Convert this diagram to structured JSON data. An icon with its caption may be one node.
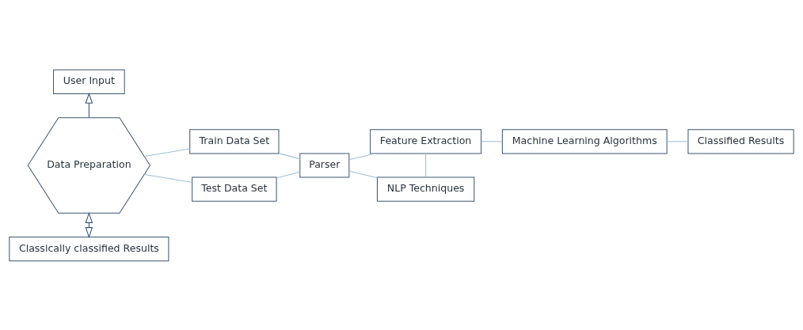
{
  "diagram": {
    "nodes": [
      {
        "text": [
          "User Input"
        ]
      },
      {
        "text": [
          "Data Preparation"
        ]
      },
      {
        "text": [
          "Classically classified Results"
        ]
      },
      {
        "text": [
          "Train Data Set"
        ]
      },
      {
        "text": [
          "Test Data Set"
        ]
      },
      {
        "text": [
          "Parser"
        ]
      },
      {
        "text": [
          "Feature Extraction"
        ]
      },
      {
        "text": [
          "Machine Learning Algorithms"
        ]
      },
      {
        "text": [
          "Classified Results"
        ]
      },
      {
        "text": [
          "NLP Techniques"
        ]
      }
    ],
    "edges": [
      {
        "from": 1,
        "to": 0,
        "arrow": "to",
        "color": "#3a5572"
      },
      {
        "from": 1,
        "to": 2,
        "arrow": "both",
        "color": "#3a5572"
      },
      {
        "from": 1,
        "to": 3,
        "arrow": "none"
      },
      {
        "from": 1,
        "to": 4,
        "arrow": "none"
      },
      {
        "from": 3,
        "to": 5,
        "arrow": "none"
      },
      {
        "from": 4,
        "to": 5,
        "arrow": "none"
      },
      {
        "from": 5,
        "to": 6,
        "arrow": "none"
      },
      {
        "from": 6,
        "to": 7,
        "arrow": "none"
      },
      {
        "from": 7,
        "to": 8,
        "arrow": "none"
      },
      {
        "from": 5,
        "to": 9,
        "arrow": "none"
      },
      {
        "from": 6,
        "to": 9,
        "arrow": "none"
      }
    ]
  }
}
